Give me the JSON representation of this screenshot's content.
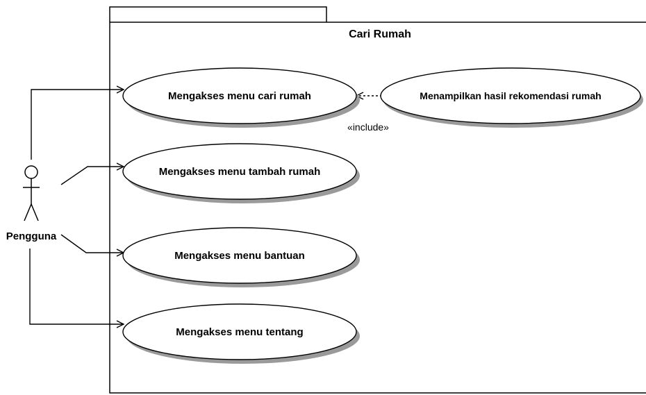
{
  "system": {
    "title": "Cari Rumah"
  },
  "actor": {
    "name": "Pengguna"
  },
  "use_cases": [
    {
      "id": "uc1",
      "label": "Mengakses menu cari rumah"
    },
    {
      "id": "uc2",
      "label": "Mengakses menu tambah rumah"
    },
    {
      "id": "uc3",
      "label": "Mengakses menu bantuan"
    },
    {
      "id": "uc4",
      "label": "Mengakses menu tentang"
    },
    {
      "id": "uc5",
      "label": "Menampilkan hasil rekomendasi rumah"
    }
  ],
  "relations": [
    {
      "type": "include",
      "label": "«include»"
    }
  ],
  "colors": {
    "line": "#000000",
    "shadow": "#9a9a9a",
    "fill": "#ffffff"
  }
}
